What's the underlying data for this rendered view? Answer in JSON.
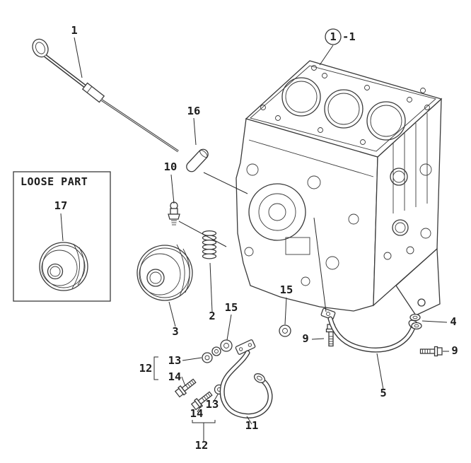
{
  "page": {
    "background": "#ffffff",
    "line_color": "#3a3a3a",
    "text_color": "#1c1c1c"
  },
  "loose_part_box": {
    "title": "LOOSE PART"
  },
  "labels": [
    {
      "part": "dipstick",
      "text": "1"
    },
    {
      "part": "engine-block",
      "text": "1"
    },
    {
      "part": "engine-block-variant",
      "text": "-1"
    },
    {
      "part": "sleeve",
      "text": "16"
    },
    {
      "part": "oil-pressure-switch",
      "text": "10"
    },
    {
      "part": "loose-oil-filter",
      "text": "17"
    },
    {
      "part": "fitting-spring",
      "text": "2"
    },
    {
      "part": "oil-filter",
      "text": "3"
    },
    {
      "part": "washer-upper",
      "text": "15"
    },
    {
      "part": "washer-right",
      "text": "15"
    },
    {
      "part": "washer-a",
      "text": "13"
    },
    {
      "part": "bolt-washer-set-a",
      "text": "12"
    },
    {
      "part": "bolt-a",
      "text": "14"
    },
    {
      "part": "bolt-b",
      "text": "14"
    },
    {
      "part": "washer-b",
      "text": "13"
    },
    {
      "part": "suction-pipe",
      "text": "11"
    },
    {
      "part": "bolt-washer-set-b",
      "text": "12"
    },
    {
      "part": "seal-washer",
      "text": "4"
    },
    {
      "part": "pipe-bolt-left",
      "text": "9"
    },
    {
      "part": "pipe-bolt-right",
      "text": "9"
    },
    {
      "part": "oil-pipe",
      "text": "5"
    }
  ]
}
